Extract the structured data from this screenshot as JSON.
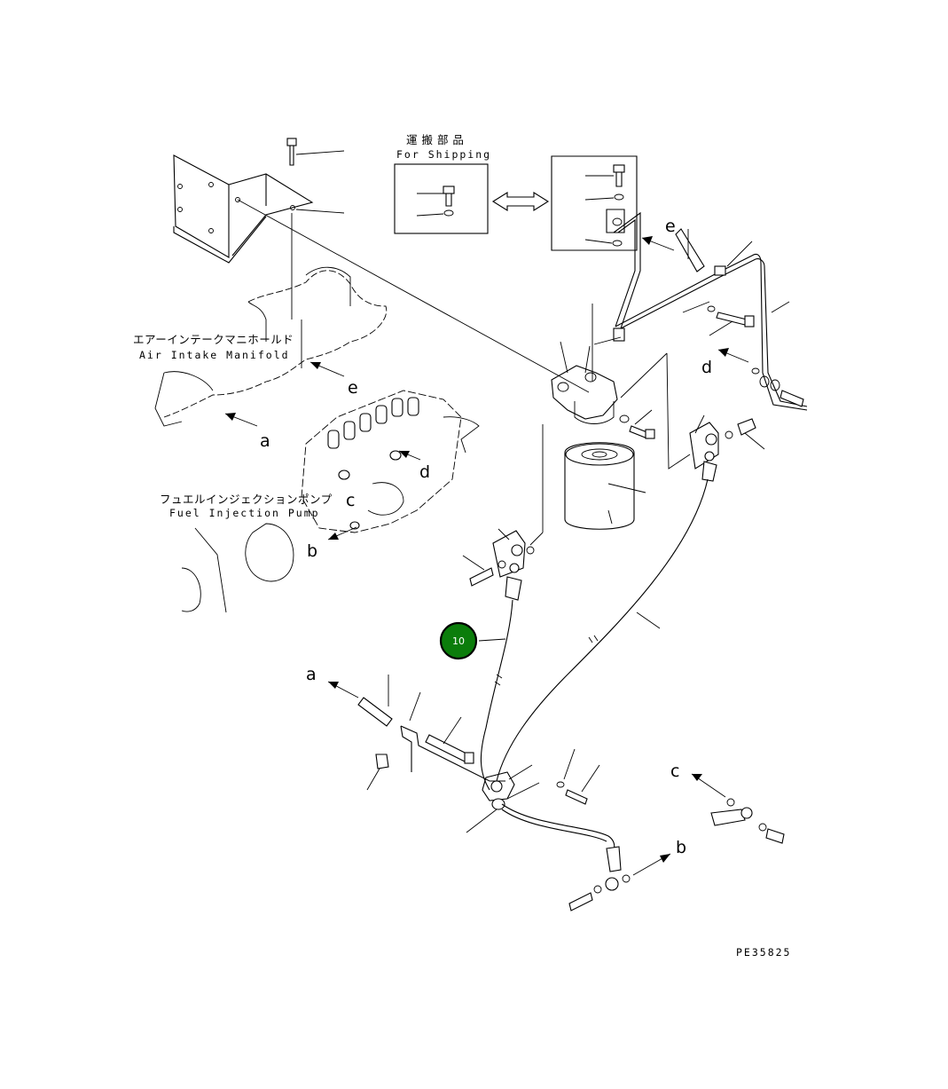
{
  "labels": {
    "shipping_jp": "運 搬 部 品",
    "shipping_en": "For Shipping",
    "air_intake_jp": "エアーインテークマニホールド",
    "air_intake_en": "Air Intake Manifold",
    "fuel_pump_jp": "フュエルインジェクションポンプ",
    "fuel_pump_en": "Fuel Injection Pump",
    "drawing_code": "PE35825"
  },
  "callouts": {
    "a": "a",
    "b": "b",
    "c": "c",
    "d": "d",
    "e": "e"
  },
  "hotspot": {
    "number": "10",
    "color": "#0b7d0b"
  }
}
